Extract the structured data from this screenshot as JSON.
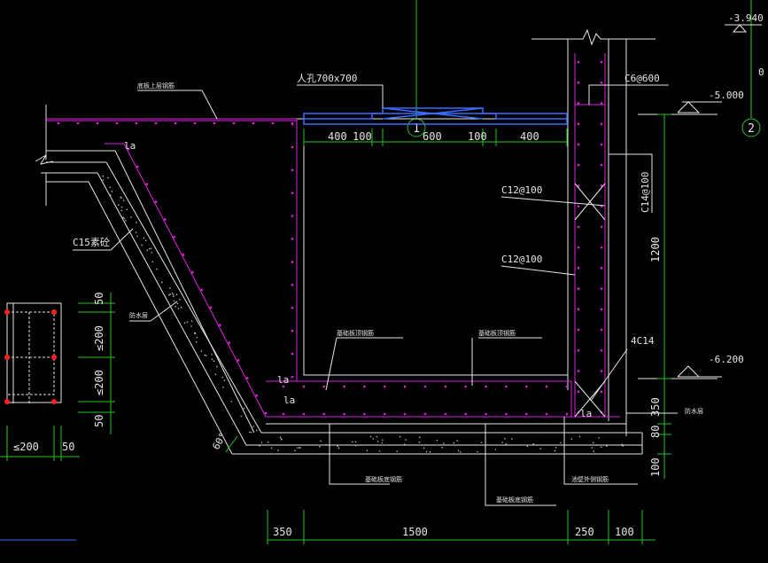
{
  "top_labels": {
    "hatch": "人孔700x700",
    "roof_rebar_note": "底板上层钢筋",
    "c6": "C6@600",
    "lvl1": "-3.940",
    "lvl2": "-5.000",
    "lvl3": "-6.200"
  },
  "axes": {
    "a1": "1",
    "a2": "2",
    "a3": "0"
  },
  "top_dims": [
    "400",
    "100",
    "600",
    "100",
    "400"
  ],
  "right_dims": {
    "h1": "1200",
    "h2": "350",
    "h3": "80",
    "h4": "100",
    "c14": "C14@100"
  },
  "inner_labels": {
    "c12a": "C12@100",
    "c12b": "C12@100",
    "c4": "4C14",
    "la1": "la",
    "la2": "la",
    "la3": "la",
    "la4": "la"
  },
  "left_labels": {
    "c15": "C15素砼",
    "waterproof": "防水层",
    "angle": "60°"
  },
  "bottom_notes": {
    "n1": "基础板底钢筋",
    "n2": "基础板底钢筋",
    "n3": "池壁外侧钢筋",
    "n4": "基础板顶钢筋",
    "n5": "基础板顶钢筋",
    "n6": "防水层"
  },
  "bottom_dims": [
    "350",
    "1500",
    "250",
    "100"
  ],
  "section": {
    "d1": "50",
    "d2": "≤200",
    "d3": "≤200",
    "d4": "50",
    "w1": "≤200",
    "w2": "50"
  }
}
